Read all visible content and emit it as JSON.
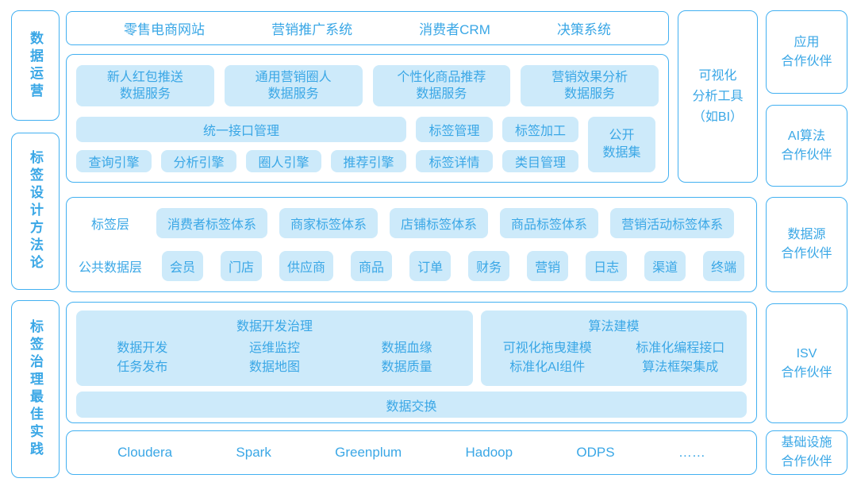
{
  "colors": {
    "border": "#42b0f1",
    "chipbg": "#cdeafa",
    "text": "#3aa7e6",
    "bg": "#ffffff"
  },
  "sidebar": {
    "sections": [
      {
        "label": "数据运营"
      },
      {
        "label": "标签设计方法论"
      },
      {
        "label": "标签治理最佳实践"
      }
    ]
  },
  "apps_row": {
    "items": [
      "零售电商网站",
      "营销推广系统",
      "消费者CRM",
      "决策系统"
    ]
  },
  "data_service_layer": {
    "services": [
      "新人红包推送\n数据服务",
      "通用营销圈人\n数据服务",
      "个性化商品推荐\n数据服务",
      "营销效果分析\n数据服务"
    ],
    "interface_mgmt": "统一接口管理",
    "tag_mgmt": "标签管理",
    "tag_process": "标签加工",
    "open_dataset": "公开\n数据集",
    "engines": [
      "查询引擎",
      "分析引擎",
      "圈人引擎",
      "推荐引擎",
      "标签详情",
      "类目管理"
    ]
  },
  "tag_design": {
    "tag_layer_label": "标签层",
    "tag_systems": [
      "消费者标签体系",
      "商家标签体系",
      "店铺标签体系",
      "商品标签体系",
      "营销活动标签体系"
    ],
    "common_data_label": "公共数据层",
    "common_data": [
      "会员",
      "门店",
      "供应商",
      "商品",
      "订单",
      "财务",
      "营销",
      "日志",
      "渠道",
      "终端"
    ]
  },
  "governance": {
    "dev_box": {
      "title": "数据开发治理",
      "items": [
        "数据开发",
        "运维监控",
        "数据血缘",
        "任务发布",
        "数据地图",
        "数据质量"
      ]
    },
    "algo_box": {
      "title": "算法建模",
      "items": [
        "可视化拖曳建模",
        "标准化编程接口",
        "标准化AI组件",
        "算法框架集成"
      ]
    },
    "exchange": "数据交换"
  },
  "infra_row": {
    "items": [
      "Cloudera",
      "Spark",
      "Greenplum",
      "Hadoop",
      "ODPS",
      "……"
    ]
  },
  "bi_tool": {
    "label": "可视化\n分析工具\n（如BI）"
  },
  "partners": [
    {
      "label": "应用\n合作伙伴"
    },
    {
      "label": "AI算法\n合作伙伴"
    },
    {
      "label": "数据源\n合作伙伴"
    },
    {
      "label": "ISV\n合作伙伴"
    },
    {
      "label": "基础设施\n合作伙伴"
    }
  ]
}
